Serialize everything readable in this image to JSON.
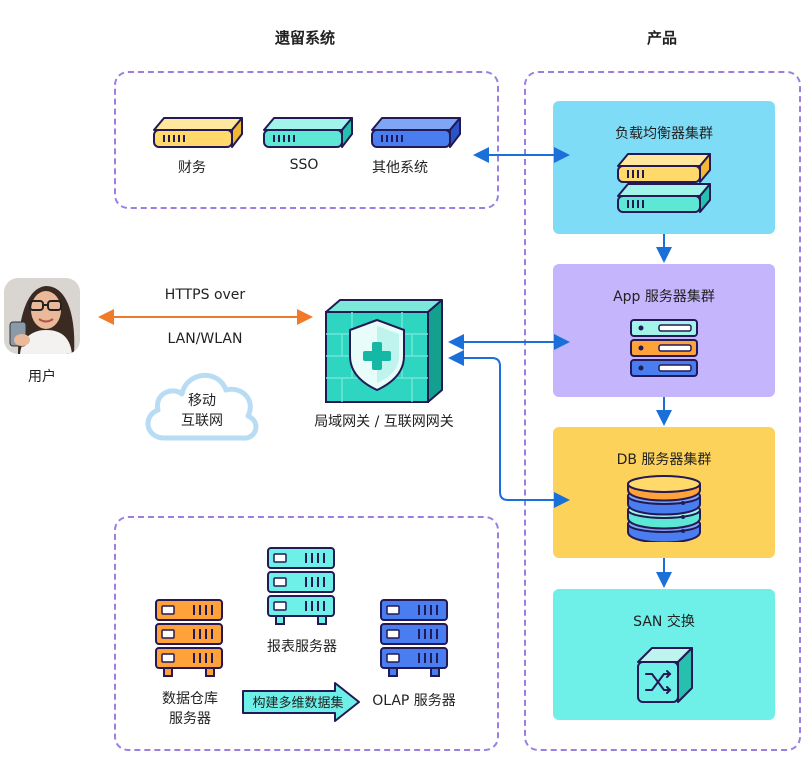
{
  "headers": {
    "legacy": "遗留系统",
    "product": "产品"
  },
  "legacy_systems": [
    {
      "label": "财务",
      "color": "#ffd96a"
    },
    {
      "label": "SSO",
      "color": "#5de8d6"
    },
    {
      "label": "其他系统",
      "color": "#4a7ef0"
    }
  ],
  "user": {
    "label": "用户"
  },
  "connection": {
    "line1": "HTTPS over",
    "line2": "LAN/WLAN"
  },
  "cloud": {
    "line1": "移动",
    "line2": "互联网"
  },
  "gateway": {
    "label": "局域网关 / 互联网网关"
  },
  "product_cards": [
    {
      "label": "负载均衡器集群",
      "color": "#7fdcf7"
    },
    {
      "label": "App 服务器集群",
      "color": "#c4b5fd"
    },
    {
      "label": "DB 服务器集群",
      "color": "#fcd25a"
    },
    {
      "label": "SAN 交换",
      "color": "#6ef0e8"
    }
  ],
  "warehouse": {
    "source": {
      "line1": "数据仓库",
      "line2": "服务器"
    },
    "report": "报表服务器",
    "olap": "OLAP 服务器",
    "arrow": "构建多维数据集"
  },
  "colors": {
    "group_border": "#9a7fe0",
    "arrow_blue": "#1b6fd8",
    "arrow_orange": "#f07a2a",
    "outline": "#231a55"
  }
}
